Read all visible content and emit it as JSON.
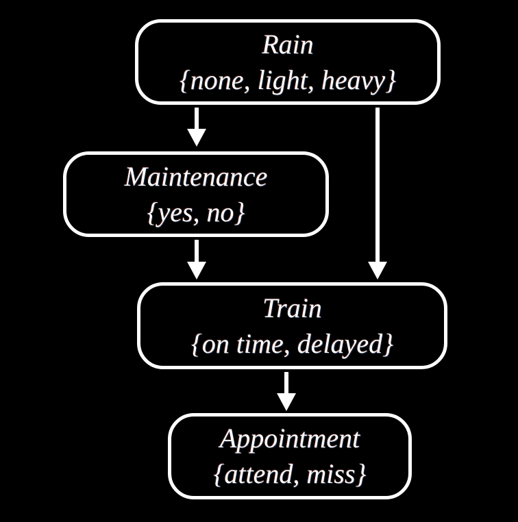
{
  "diagram": {
    "kind": "bayesian-network",
    "background_color": "#000000",
    "node_border_color": "#ffffff",
    "text_color": "#ffffff",
    "arrow_color": "#ffffff",
    "nodes": [
      {
        "id": "rain",
        "label": "Rain",
        "values": "{none, light, heavy}"
      },
      {
        "id": "maintenance",
        "label": "Maintenance",
        "values": "{yes, no}"
      },
      {
        "id": "train",
        "label": "Train",
        "values": "{on time, delayed}"
      },
      {
        "id": "appointment",
        "label": "Appointment",
        "values": "{attend, miss}"
      }
    ],
    "edges": [
      {
        "from": "rain",
        "to": "maintenance"
      },
      {
        "from": "rain",
        "to": "train"
      },
      {
        "from": "maintenance",
        "to": "train"
      },
      {
        "from": "train",
        "to": "appointment"
      }
    ]
  }
}
